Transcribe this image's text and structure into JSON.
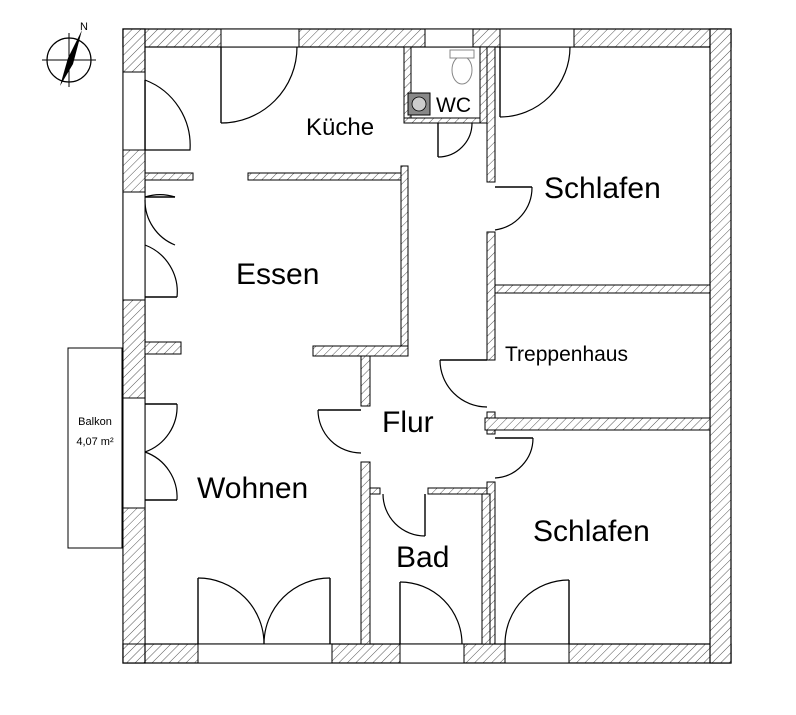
{
  "rooms": {
    "kueche": "Küche",
    "wc": "WC",
    "schlafen_top": "Schlafen",
    "essen": "Essen",
    "treppenhaus": "Treppenhaus",
    "flur": "Flur",
    "wohnen": "Wohnen",
    "bad": "Bad",
    "schlafen_bottom": "Schlafen"
  },
  "balkon": {
    "name": "Balkon",
    "area": "4,07 m²"
  },
  "compass": {
    "north_label": "N"
  }
}
